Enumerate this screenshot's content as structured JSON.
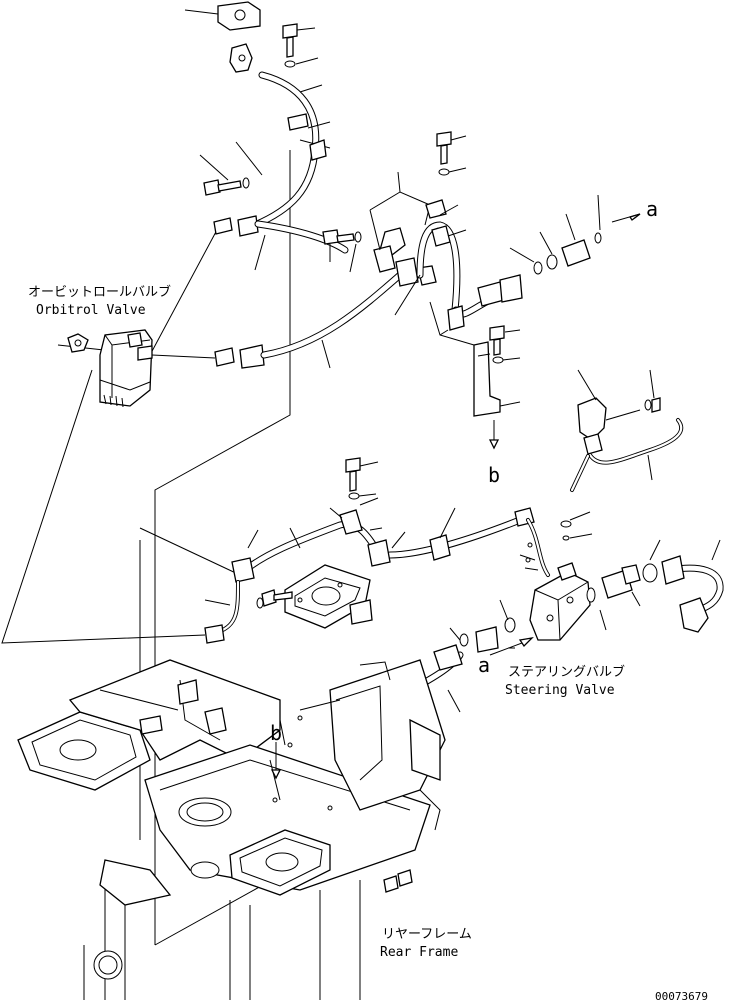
{
  "labels": {
    "orbitrol_jp": "オービットロールバルブ",
    "orbitrol_en": "Orbitrol Valve",
    "steering_jp": "ステアリングバルブ",
    "steering_en": "Steering Valve",
    "rear_jp": "リヤーフレーム",
    "rear_en": "Rear Frame",
    "ref_a_top": "a",
    "ref_a_bottom": "a",
    "ref_b_top": "b",
    "ref_b_bottom": "b",
    "drawing_number": "00073679"
  }
}
